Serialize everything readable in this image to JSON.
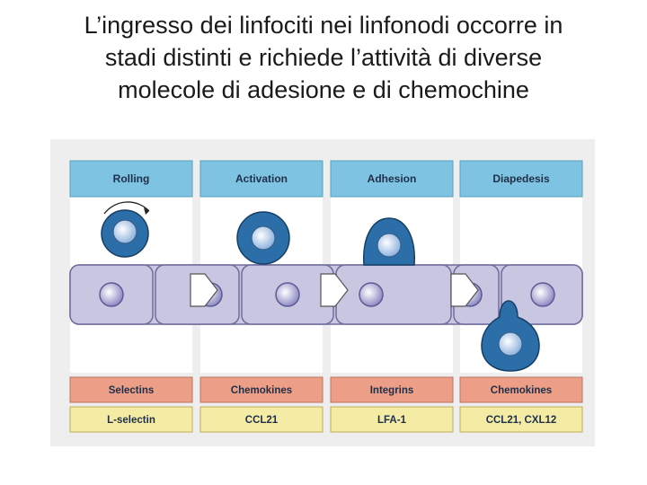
{
  "slide": {
    "title_lines": [
      "L’ingresso dei linfociti nei linfonodi occorre in",
      "stadi distinti e richiede  l’attività di diverse",
      "molecole di adesione e di chemochine"
    ]
  },
  "figure": {
    "stages": [
      {
        "header": "Rolling",
        "molecule_class": "Selectins",
        "molecule": "L-selectin"
      },
      {
        "header": "Activation",
        "molecule_class": "Chemokines",
        "molecule": "CCL21"
      },
      {
        "header": "Adhesion",
        "molecule_class": "Integrins",
        "molecule": "LFA-1"
      },
      {
        "header": "Diapedesis",
        "molecule_class": "Chemokines",
        "molecule": "CCL21, CXL12"
      }
    ],
    "colors": {
      "header_bg": "#7ec4e2",
      "class_row_bg": "#ec9e86",
      "molecule_row_bg": "#f4eca4",
      "endothelium": "#c8c6e0",
      "lymphocyte": "#2b6ea8",
      "nucleus": "#c4d8ef"
    }
  }
}
